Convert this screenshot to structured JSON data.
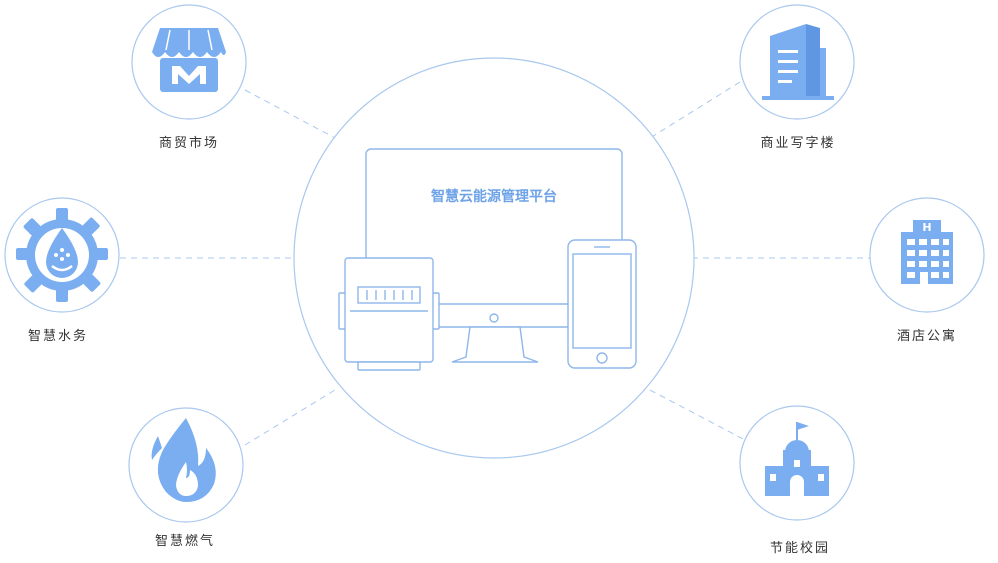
{
  "center": {
    "title": "智慧云能源管理平台"
  },
  "nodes": [
    {
      "id": "market",
      "label": "商贸市场",
      "icon": "market-stall-icon"
    },
    {
      "id": "office",
      "label": "商业写字楼",
      "icon": "office-building-icon"
    },
    {
      "id": "water",
      "label": "智慧水务",
      "icon": "water-gear-icon"
    },
    {
      "id": "hotel",
      "label": "酒店公寓",
      "icon": "hotel-building-icon"
    },
    {
      "id": "gas",
      "label": "智慧燃气",
      "icon": "flame-icon"
    },
    {
      "id": "campus",
      "label": "节能校园",
      "icon": "school-icon"
    }
  ],
  "colors": {
    "accent": "#7aaef0",
    "stroke": "#a9c8ee",
    "text": "#333333",
    "title": "#6fa3e8"
  }
}
